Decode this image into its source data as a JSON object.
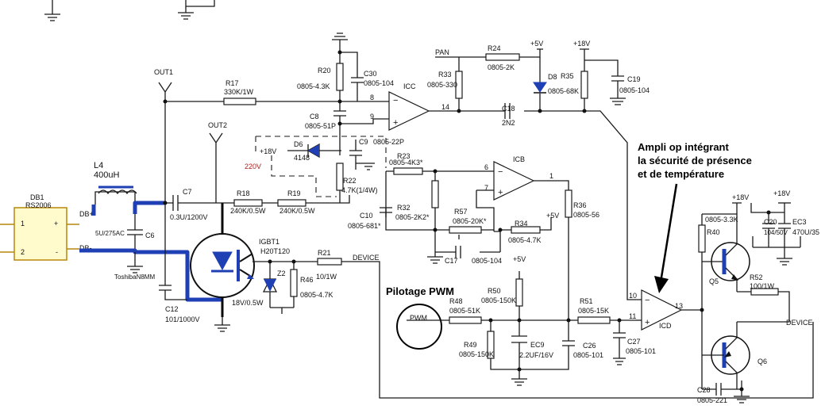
{
  "labels": {
    "out1": "OUT1",
    "out2": "OUT2",
    "pan": "PAN",
    "v5": "+5V",
    "v18": "+18V",
    "device": "DEVICE",
    "l4_name": "L4",
    "l4_val": "400uH",
    "db1_name": "DB1",
    "db1_part": "RS2006",
    "db1_pin1": "1",
    "db1_pin2": "2",
    "db1_plus": "+",
    "db1_minus": "-",
    "db_plus": "DB+",
    "db_minus": "DB-",
    "c6_name": "C6",
    "c6_val": "5U/275AC",
    "c6_note": "ToshibaN8MM",
    "c7_name": "C7",
    "c7_val": "0.3U/1200V",
    "c12_name": "C12",
    "c12_val": "101/1000V",
    "r17_name": "R17",
    "r17_val": "330K/1W",
    "r18_name": "R18",
    "r18_val": "240K/0.5W",
    "r19_name": "R19",
    "r19_val": "240K/0.5W",
    "r20_name": "R20",
    "r20_val": "0805-4.3K",
    "c30_name": "C30",
    "c30_val": "0805-104",
    "c8_name": "C8",
    "c8_val": "0805-51P",
    "c9_name": "C9",
    "c9_val": "0805-22P",
    "d6_name": "D6",
    "d6_val": "4148",
    "v220": "220V",
    "r22_name": "R22",
    "r22_val": "4.7K(1/4W)",
    "r23_name": "R23",
    "r23_val": "0805-4K3*",
    "icc": "ICC",
    "icb": "ICB",
    "icd": "ICD",
    "r24_name": "R24",
    "r24_val": "0805-2K",
    "r33_name": "R33",
    "r33_val": "0805-330",
    "d8_name": "D8",
    "r35_name": "R35",
    "r35_val": "0805-68K",
    "c19_name": "C19",
    "c19_val": "0805-104",
    "c18_name": "C18",
    "c18_val": "2N2",
    "r32_name": "R32",
    "r32_val": "0805-2K2*",
    "c10_name": "C10",
    "c10_val": "0805-681*",
    "r57_name": "R57",
    "r57_val": "0805-20K*",
    "r34_name": "R34",
    "r34_val": "0805-4.7K",
    "c17_name": "C17",
    "c17_val": "0805-104",
    "r36_name": "R36",
    "r36_val": "0805-56",
    "igbt_name": "IGBT1",
    "igbt_part": "H20T120",
    "z2_name": "Z2",
    "z2_val": "18V/0.5W",
    "r46_name": "R46",
    "r46_val": "0805-4.7K",
    "r21_name": "R21",
    "r21_val": "10/1W",
    "pwm": "PWM",
    "pwm_title": "Pilotage PWM",
    "r48_name": "R48",
    "r48_val": "0805-51K",
    "r49_name": "R49",
    "r49_val": "0805-150K",
    "r50_name": "R50",
    "r50_val": "0805-150K",
    "ec9_name": "EC9",
    "ec9_val": "2.2UF/16V",
    "c26_name": "C26",
    "c26_val": "0805-101",
    "r51_name": "R51",
    "r51_val": "0805-15K",
    "c27_name": "C27",
    "c27_val": "0805-101",
    "r40_name": "R40",
    "r40_val": "0805-3.3K",
    "c20_name": "C20",
    "c20_val": "104/50V",
    "ec3_name": "EC3",
    "ec3_val": "470U/35",
    "q5": "Q5",
    "q6": "Q6",
    "r52_name": "R52",
    "r52_val": "100/1W",
    "c28_name": "C28",
    "c28_val": "0805-221",
    "pin8": "8",
    "pin9": "9",
    "pin14": "14",
    "pin6": "6",
    "pin7": "7",
    "pin1": "1",
    "pin10": "10",
    "pin11": "11",
    "pin13": "13",
    "annotation_line1": "Ampli op intégrant",
    "annotation_line2": "la sécurité de présence",
    "annotation_line3": "et de température"
  }
}
